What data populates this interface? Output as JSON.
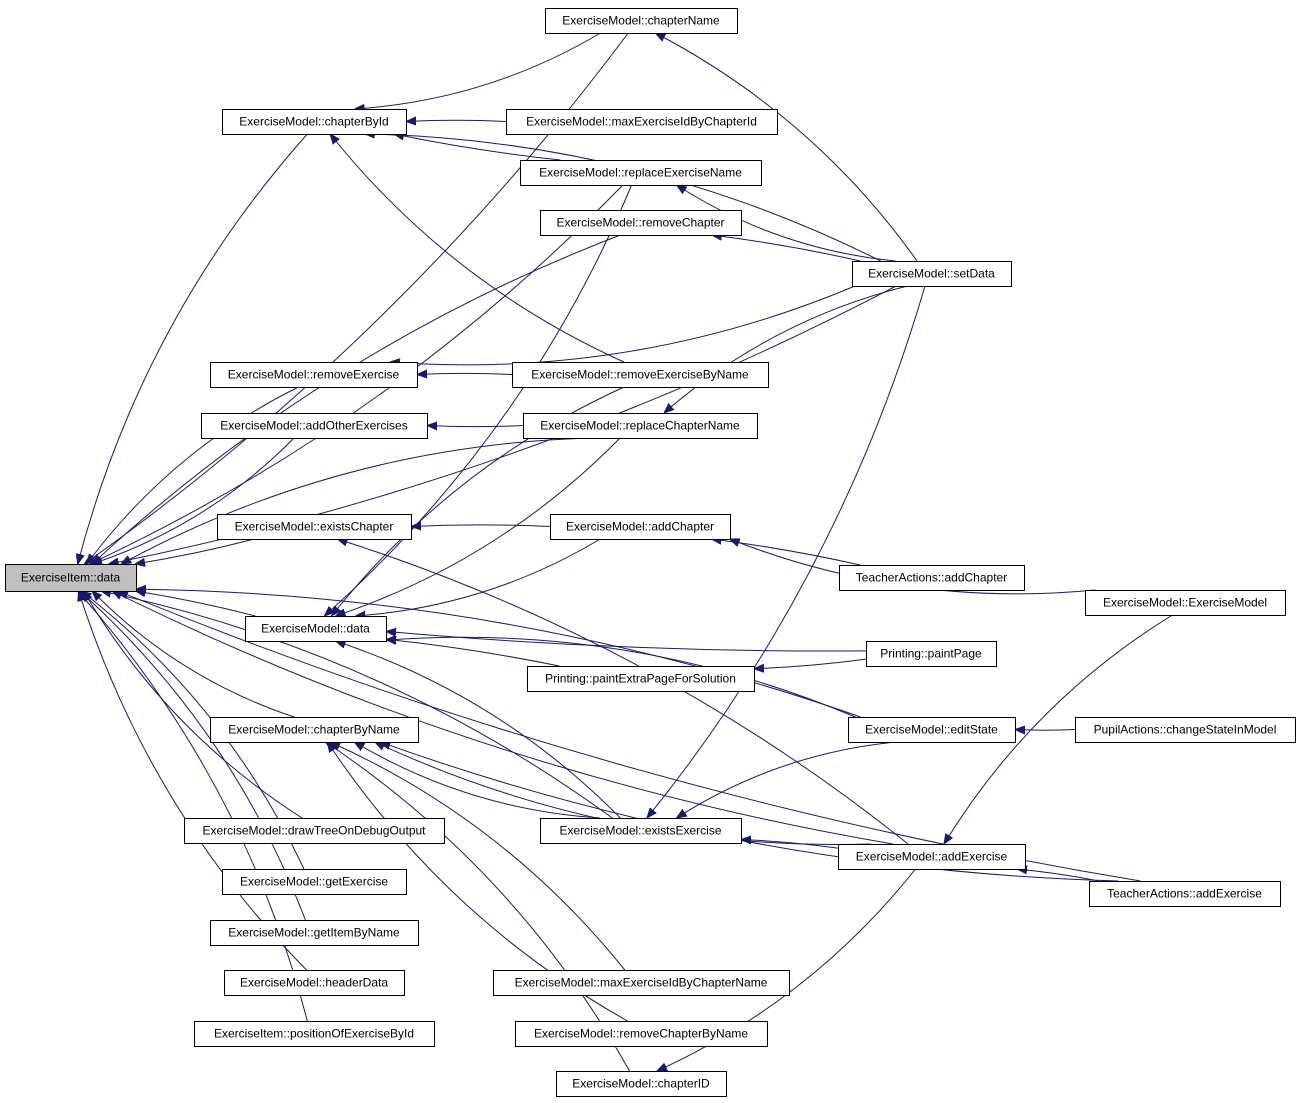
{
  "graph": {
    "root": "ExerciseItem::data",
    "nodes": [
      {
        "id": "n0",
        "label": "ExerciseItem::data"
      },
      {
        "id": "n1",
        "label": "ExerciseModel::chapterName"
      },
      {
        "id": "n2",
        "label": "ExerciseModel::chapterById"
      },
      {
        "id": "n3",
        "label": "ExerciseModel::maxExerciseIdByChapterId"
      },
      {
        "id": "n4",
        "label": "ExerciseModel::replaceExerciseName"
      },
      {
        "id": "n5",
        "label": "ExerciseModel::removeChapter"
      },
      {
        "id": "n6",
        "label": "ExerciseModel::setData"
      },
      {
        "id": "n7",
        "label": "ExerciseModel::removeExercise"
      },
      {
        "id": "n8",
        "label": "ExerciseModel::removeExerciseByName"
      },
      {
        "id": "n9",
        "label": "ExerciseModel::addOtherExercises"
      },
      {
        "id": "n10",
        "label": "ExerciseModel::replaceChapterName"
      },
      {
        "id": "n11",
        "label": "ExerciseModel::existsChapter"
      },
      {
        "id": "n12",
        "label": "ExerciseModel::addChapter"
      },
      {
        "id": "n13",
        "label": "TeacherActions::addChapter"
      },
      {
        "id": "n14",
        "label": "ExerciseModel::ExerciseModel"
      },
      {
        "id": "n15",
        "label": "ExerciseModel::data"
      },
      {
        "id": "n16",
        "label": "Printing::paintPage"
      },
      {
        "id": "n17",
        "label": "Printing::paintExtraPageForSolution"
      },
      {
        "id": "n18",
        "label": "ExerciseModel::chapterByName"
      },
      {
        "id": "n19",
        "label": "ExerciseModel::editState"
      },
      {
        "id": "n20",
        "label": "PupilActions::changeStateInModel"
      },
      {
        "id": "n21",
        "label": "ExerciseModel::drawTreeOnDebugOutput"
      },
      {
        "id": "n22",
        "label": "ExerciseModel::existsExercise"
      },
      {
        "id": "n23",
        "label": "ExerciseModel::addExercise"
      },
      {
        "id": "n24",
        "label": "ExerciseModel::getExercise"
      },
      {
        "id": "n25",
        "label": "TeacherActions::addExercise"
      },
      {
        "id": "n26",
        "label": "ExerciseModel::getItemByName"
      },
      {
        "id": "n27",
        "label": "ExerciseModel::headerData"
      },
      {
        "id": "n28",
        "label": "ExerciseModel::maxExerciseIdByChapterName"
      },
      {
        "id": "n29",
        "label": "ExerciseItem::positionOfExerciseById"
      },
      {
        "id": "n30",
        "label": "ExerciseModel::removeChapterByName"
      },
      {
        "id": "n31",
        "label": "ExerciseModel::chapterID"
      }
    ],
    "edges": [
      {
        "from": "n1",
        "to": "n0"
      },
      {
        "from": "n2",
        "to": "n0"
      },
      {
        "from": "n4",
        "to": "n0"
      },
      {
        "from": "n5",
        "to": "n0"
      },
      {
        "from": "n6",
        "to": "n0"
      },
      {
        "from": "n7",
        "to": "n0"
      },
      {
        "from": "n9",
        "to": "n0"
      },
      {
        "from": "n10",
        "to": "n0"
      },
      {
        "from": "n11",
        "to": "n0"
      },
      {
        "from": "n15",
        "to": "n0"
      },
      {
        "from": "n18",
        "to": "n0"
      },
      {
        "from": "n19",
        "to": "n0"
      },
      {
        "from": "n21",
        "to": "n0"
      },
      {
        "from": "n22",
        "to": "n0"
      },
      {
        "from": "n23",
        "to": "n0"
      },
      {
        "from": "n24",
        "to": "n0"
      },
      {
        "from": "n25",
        "to": "n0"
      },
      {
        "from": "n26",
        "to": "n0"
      },
      {
        "from": "n27",
        "to": "n0"
      },
      {
        "from": "n29",
        "to": "n0"
      },
      {
        "from": "n1",
        "to": "n2"
      },
      {
        "from": "n3",
        "to": "n2"
      },
      {
        "from": "n4",
        "to": "n2"
      },
      {
        "from": "n6",
        "to": "n2"
      },
      {
        "from": "n8",
        "to": "n2"
      },
      {
        "from": "n6",
        "to": "n1"
      },
      {
        "from": "n6",
        "to": "n4"
      },
      {
        "from": "n6",
        "to": "n5"
      },
      {
        "from": "n6",
        "to": "n7"
      },
      {
        "from": "n6",
        "to": "n10"
      },
      {
        "from": "n6",
        "to": "n22"
      },
      {
        "from": "n8",
        "to": "n7"
      },
      {
        "from": "n10",
        "to": "n9"
      },
      {
        "from": "n12",
        "to": "n11"
      },
      {
        "from": "n12",
        "to": "n15"
      },
      {
        "from": "n13",
        "to": "n12"
      },
      {
        "from": "n14",
        "to": "n12"
      },
      {
        "from": "n14",
        "to": "n23"
      },
      {
        "from": "n16",
        "to": "n15"
      },
      {
        "from": "n17",
        "to": "n15"
      },
      {
        "from": "n16",
        "to": "n17"
      },
      {
        "from": "n19",
        "to": "n15"
      },
      {
        "from": "n20",
        "to": "n19"
      },
      {
        "from": "n22",
        "to": "n15"
      },
      {
        "from": "n22",
        "to": "n18"
      },
      {
        "from": "n23",
        "to": "n22"
      },
      {
        "from": "n23",
        "to": "n18"
      },
      {
        "from": "n23",
        "to": "n11"
      },
      {
        "from": "n23",
        "to": "n31"
      },
      {
        "from": "n25",
        "to": "n23"
      },
      {
        "from": "n25",
        "to": "n18"
      },
      {
        "from": "n19",
        "to": "n22"
      },
      {
        "from": "n4",
        "to": "n15"
      },
      {
        "from": "n8",
        "to": "n15"
      },
      {
        "from": "n10",
        "to": "n15"
      },
      {
        "from": "n28",
        "to": "n18"
      },
      {
        "from": "n30",
        "to": "n18"
      },
      {
        "from": "n31",
        "to": "n18"
      }
    ]
  }
}
